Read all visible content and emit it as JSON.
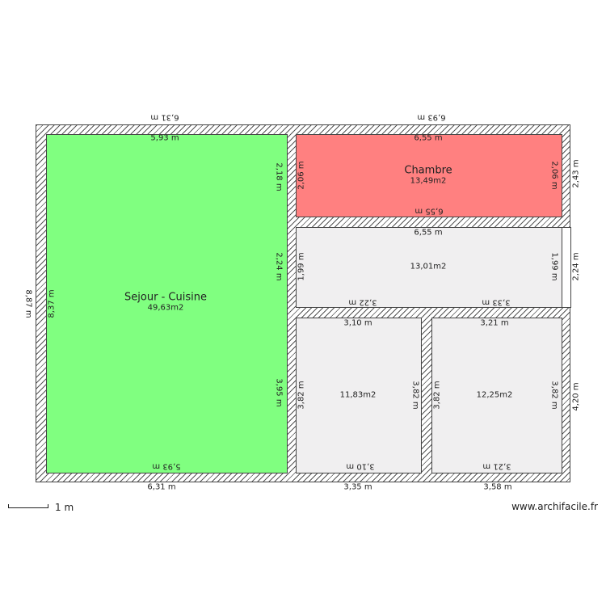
{
  "colors": {
    "sejour": "#80ff80",
    "chambre": "#ff8080",
    "room": "#f0eff0",
    "wall_hatch": "#555555"
  },
  "rooms": {
    "sejour": {
      "name": "Sejour - Cuisine",
      "area": "49,63m2"
    },
    "chambre": {
      "name": "Chambre",
      "area": "13,49m2"
    },
    "room_mid": {
      "area": "13,01m2"
    },
    "room_bl": {
      "area": "11,83m2"
    },
    "room_br": {
      "area": "12,25m2"
    }
  },
  "dimensions": {
    "outer_top_left": "6,31 m",
    "outer_top_right": "6,93 m",
    "outer_left": "8,87 m",
    "outer_right_top": "2,43 m",
    "outer_right_mid": "2,24 m",
    "outer_right_bottom": "4,20 m",
    "outer_bottom_left": "6,31 m",
    "outer_bottom_mid": "3,35 m",
    "outer_bottom_right": "3,58 m",
    "sejour_top": "5,93 m",
    "sejour_bottom": "5,93 m",
    "sejour_left": "8,37 m",
    "sejour_right_1": "2,18 m",
    "sejour_right_2": "2,24 m",
    "sejour_right_3": "3,95 m",
    "chambre_top": "6,55 m",
    "chambre_bottom": "6,55 m",
    "chambre_left": "2,06 m",
    "chambre_right": "2,06 m",
    "mid_top": "6,55 m",
    "mid_left": "1,99 m",
    "mid_right": "1,99 m",
    "mid_bottom_left": "3,22 m",
    "mid_bottom_right": "3,33 m",
    "bl_top": "3,10 m",
    "bl_bottom": "3,10 m",
    "bl_left": "3,82 m",
    "bl_right": "3,82 m",
    "br_top": "3,21 m",
    "br_bottom": "3,21 m",
    "br_left": "3,82 m",
    "br_right": "3,82 m"
  },
  "scale": {
    "label": "1 m"
  },
  "brand": "www.archifacile.fr"
}
